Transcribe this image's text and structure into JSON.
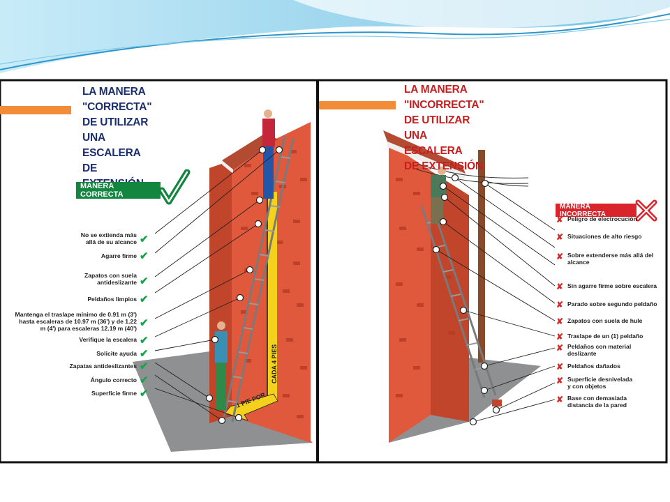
{
  "slide": {
    "colors": {
      "swoosh_light": "#bfe6f5",
      "swoosh_mid": "#6cc4e6",
      "swoosh_dark": "#2e95c8",
      "frame": "#111111"
    }
  },
  "correct_panel": {
    "title_lines": [
      "LA MANERA \"CORRECTA\"",
      "DE UTILIZAR UNA",
      "ESCALERA DE EXTENSIÓN"
    ],
    "badge_label": "MANERA CORRECTA",
    "badge_icon": "check-icon",
    "mark_icon": "check-icon",
    "mark_glyph": "✔",
    "accent_color": "#12853e",
    "items": [
      "No se extienda más allá de su alcance",
      "Agarre firme",
      "Zapatos con suela antideslizante",
      "Peldaños limpios",
      "Mantenga el traslape mínimo de 0.91 m (3') hasta escaleras de 10.97 m (36') y de 1.22 m (4') para escaleras 12.19 m (40')",
      "Verifique la escalera",
      "Solicite ayuda",
      "Zapatas antideslizantes",
      "Ángulo correcto",
      "Superficie firme"
    ],
    "wall_labels": {
      "vertical": "CADA 4 PIES",
      "floor": "1 PIE POR"
    }
  },
  "incorrect_panel": {
    "title_lines": [
      "LA MANERA \"INCORRECTA\"",
      "DE UTILIZAR UNA ESCALERA",
      "DE EXTENSIÓN"
    ],
    "badge_label": "MANERA INCORRECTA",
    "badge_icon": "cross-icon",
    "mark_icon": "cross-icon",
    "mark_glyph": "✘",
    "accent_color": "#d8242a",
    "items": [
      "Peligro de electrocución",
      "Situaciones de alto riesgo",
      "Sobre extenderse más allá del alcance",
      "Sin agarre firme sobre escalera",
      "Parado sobre segundo peldaño",
      "Zapatos con suela de hule",
      "Traslape de un (1) peldaño",
      "Peldaños con material deslizante",
      "Peldaños dañados",
      "Superficie desnivelada y con objetos",
      "Base con demasiada distancia de la pared"
    ]
  }
}
